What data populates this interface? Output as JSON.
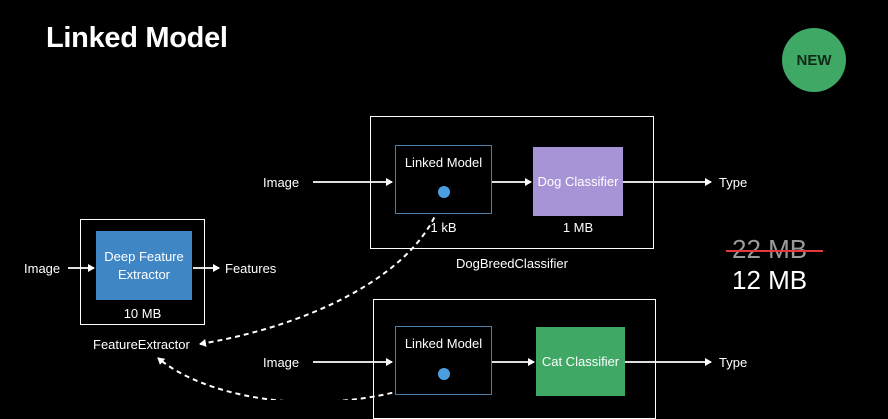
{
  "title": "Linked Model",
  "badge": {
    "label": "NEW",
    "color": "#3fa864"
  },
  "colors": {
    "deep_feature_extractor": "#3f86c5",
    "dog_classifier": "#a794d6",
    "cat_classifier": "#3fa864",
    "linked_border": "#4a7fa6",
    "dot": "#4a9fe0",
    "strike": "#e03a3a"
  },
  "feature_extractor": {
    "input_label": "Image",
    "block_label": "Deep Feature Extractor",
    "output_label": "Features",
    "size": "10 MB",
    "name": "FeatureExtractor"
  },
  "dog_breed": {
    "input_label": "Image",
    "linked_label": "Linked Model",
    "linked_size": "1 kB",
    "classifier_label": "Dog Classifier",
    "classifier_size": "1 MB",
    "output_label": "Type",
    "name": "DogBreedClassifier"
  },
  "cat": {
    "input_label": "Image",
    "linked_label": "Linked Model",
    "classifier_label": "Cat Classifier",
    "output_label": "Type"
  },
  "size_old": "22 MB",
  "size_new": "12 MB"
}
